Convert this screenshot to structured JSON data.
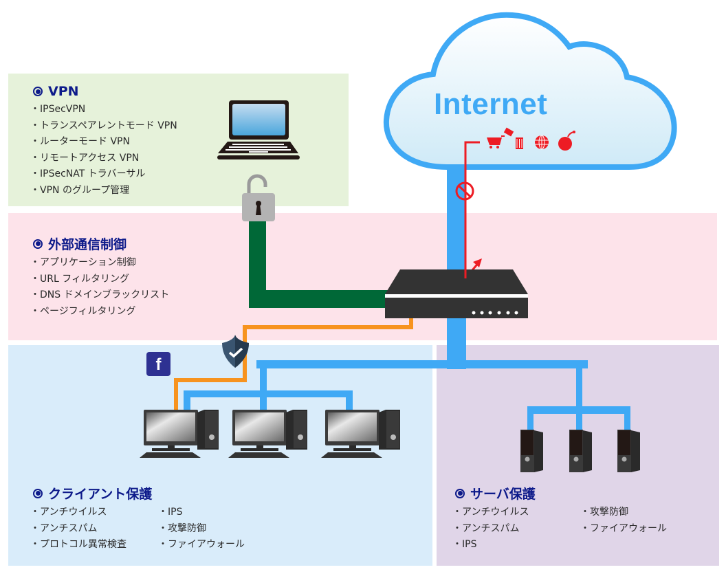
{
  "diagram": {
    "cloud": {
      "label": "Internet",
      "threat_icons": [
        "shopping-cart-icon",
        "trash-icon",
        "globe-icon",
        "bomb-icon"
      ]
    },
    "sections": {
      "vpn": {
        "title": "VPN",
        "items": [
          "IPSecVPN",
          "トランスペアレントモード VPN",
          "ルーターモード VPN",
          "リモートアクセス VPN",
          "IPSecNAT トラバーサル",
          "VPN のグループ管理"
        ]
      },
      "external": {
        "title": "外部通信制御",
        "items": [
          "アプリケーション制御",
          "URL フィルタリング",
          "DNS ドメインブラックリスト",
          "ページフィルタリング"
        ]
      },
      "client": {
        "title": "クライアント保護",
        "items_col1": [
          "アンチウイルス",
          "アンチスパム",
          "プロトコル異常検査"
        ],
        "items_col2": [
          "IPS",
          "攻撃防御",
          "ファイアウォール"
        ]
      },
      "server": {
        "title": "サーバ保護",
        "items_col1": [
          "アンチウイルス",
          "アンチスパム",
          "IPS"
        ],
        "items_col2": [
          "攻撃防御",
          "ファイアウォール"
        ]
      }
    },
    "colors": {
      "title": "#0d1a8a",
      "network_line": "#3fa9f5",
      "vpn_line": "#006837",
      "filtered_line": "#f7931e",
      "blocked_line": "#ed1c24",
      "router": "#333333"
    },
    "social_badge": "f"
  }
}
